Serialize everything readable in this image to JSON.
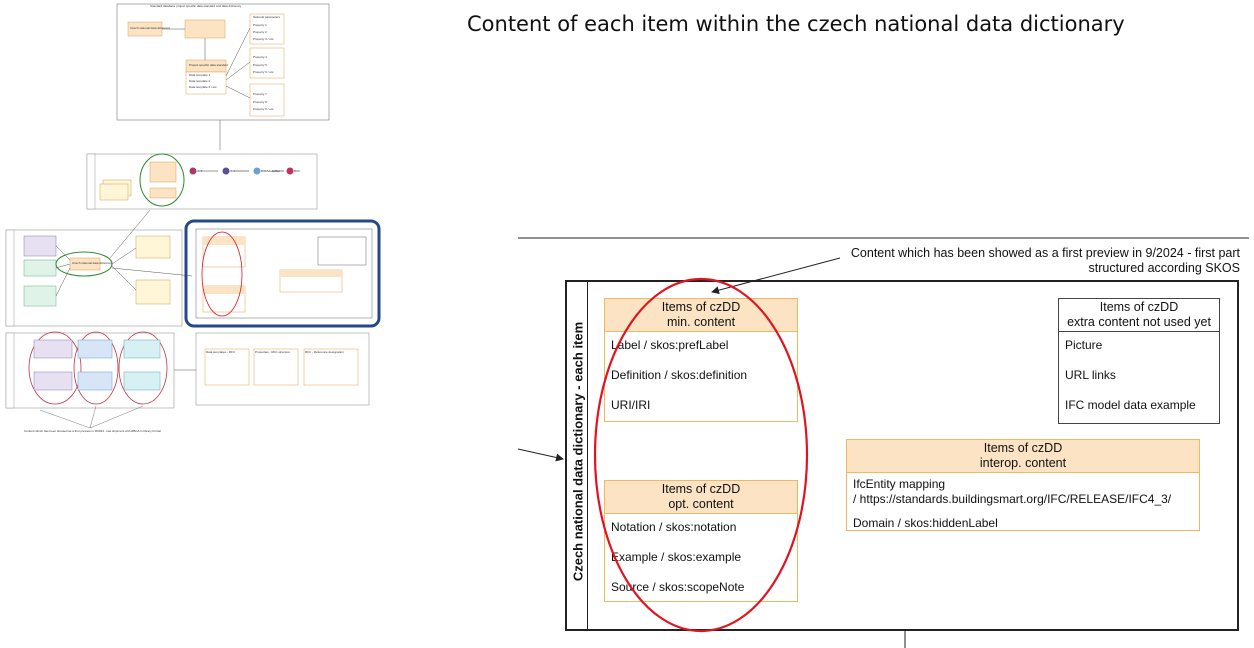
{
  "slide_title": "Content of each item within the czech national data dictionary",
  "thumbnail": {
    "top_diagram_title": "Standard database project specific data standard and data dictionary",
    "nodes": [
      "Czech national data dictionary",
      "Czech national data dictionary",
      "Project specific data standard",
      "Data template 1",
      "Data template 2",
      "Data template 3 / etc.",
      "National parameters",
      "Property 1",
      "Property 2",
      "Property 3 / etc.",
      "Property 4",
      "Property 5",
      "Property 6 / etc.",
      "Property 7",
      "Property 8",
      "Property 9 / etc."
    ],
    "flow": [
      "IDS",
      "IFC",
      "BIM/ModelSet",
      "BCF"
    ],
    "bottom_groups": [
      "Data templates - RFC",
      "Properties - RFC structure",
      "RFC - Reference designation"
    ],
    "footer_note": "Content which has been showed as a first preview in 9/2024 - last shipment with RBCA in library format"
  },
  "caption": "Content which has been showed as a first preview in 9/2024 - first part structured according SKOS",
  "side_label": "Czech national data dictionary - each item",
  "boxes": {
    "min": {
      "header": [
        "Items of czDD",
        "min. content"
      ],
      "items": [
        "Label / skos:prefLabel",
        "Definition / skos:definition",
        "URI/IRI"
      ]
    },
    "opt": {
      "header": [
        "Items of czDD",
        "opt. content"
      ],
      "items": [
        "Notation / skos:notation",
        "Example / skos:example",
        "Source / skos:scopeNote"
      ]
    },
    "extra": {
      "header": [
        "Items of czDD",
        "extra content not used yet"
      ],
      "items": [
        "Picture",
        "URL links",
        "IFC model data example"
      ]
    },
    "interop": {
      "header": [
        "Items of czDD",
        "interop. content"
      ],
      "items": [
        "IfcEntity mapping",
        "/ https://standards.buildingsmart.org/IFC/RELEASE/IFC4_3/",
        "Domain / skos:hiddenLabel"
      ]
    }
  },
  "colors": {
    "header_fill": "#fbe3c4",
    "header_border": "#f0b860",
    "highlight_ellipse": "#e0141e",
    "thumbnail_frame": "#24488c"
  }
}
